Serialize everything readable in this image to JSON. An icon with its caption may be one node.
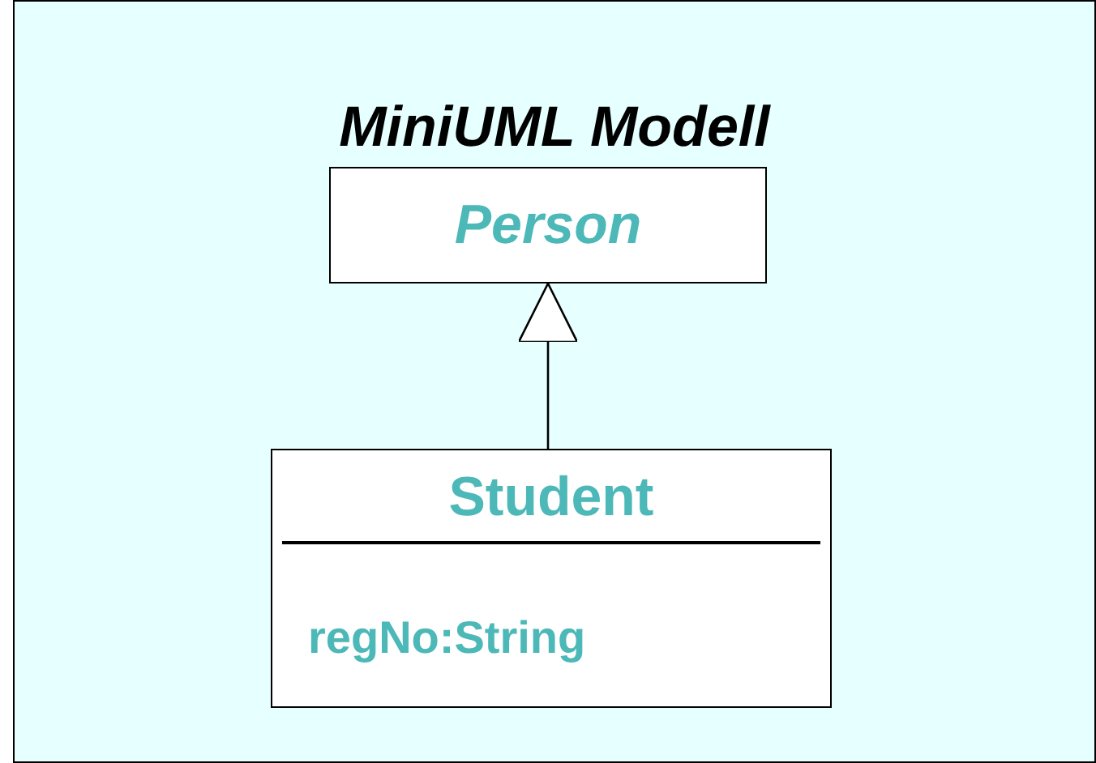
{
  "diagram": {
    "title": "MiniUML Modell",
    "nodes": [
      {
        "text": [
          "Person"
        ]
      },
      {
        "text": [
          "Student",
          "regNo:String"
        ]
      }
    ],
    "edges": [
      {
        "from": 1,
        "to": 0,
        "arrow": "to"
      }
    ]
  }
}
